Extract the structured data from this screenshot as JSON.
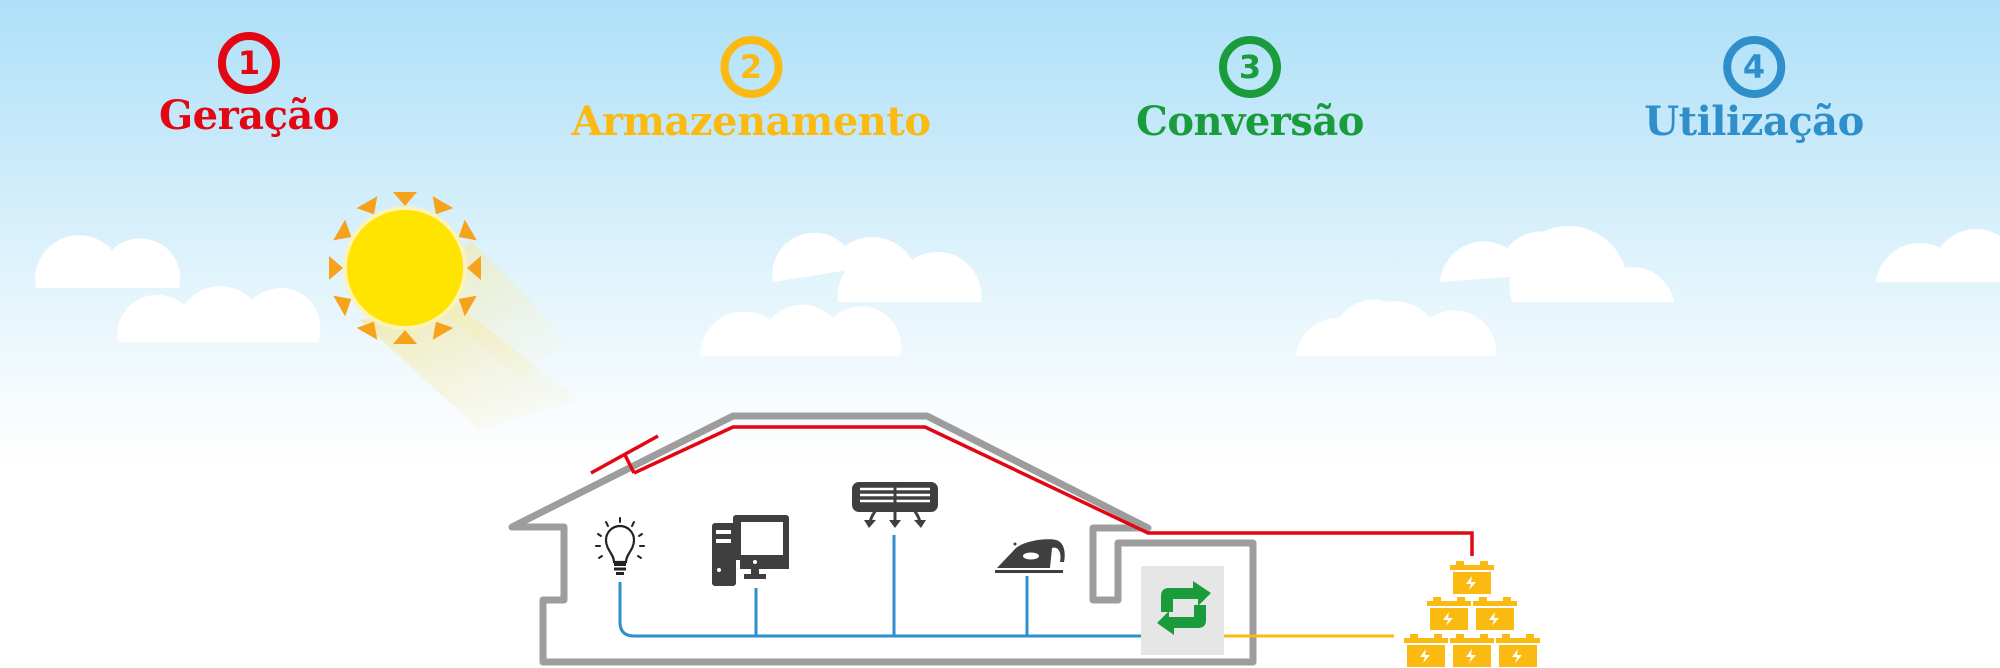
{
  "steps": [
    {
      "number": "1",
      "label": "Geração",
      "color": "#e30613"
    },
    {
      "number": "2",
      "label": "Armazenamento",
      "color": "#fbba12"
    },
    {
      "number": "3",
      "label": "Conversão",
      "color": "#1a9b3c"
    },
    {
      "number": "4",
      "label": "Utilização",
      "color": "#2e8fcb"
    }
  ],
  "scene": {
    "sky_top_color": "#aee0f8",
    "sun": {
      "core_color": "#ffe400",
      "ray_color": "#f7a21b"
    },
    "house_outline_color": "#9d9d9d",
    "generation_wire_color": "#e30613",
    "storage_wire_color": "#fbba12",
    "usage_wire_color": "#2e8fcb",
    "converter": {
      "icon": "convert-arrows-icon",
      "icon_color": "#1a9b3c",
      "box_color": "#e6e6e6"
    },
    "appliances": [
      {
        "icon": "lightbulb-icon"
      },
      {
        "icon": "desktop-computer-icon"
      },
      {
        "icon": "air-conditioner-icon"
      },
      {
        "icon": "clothes-iron-icon"
      }
    ],
    "batteries": {
      "count": 6,
      "rows": [
        1,
        2,
        3
      ],
      "color": "#fbba12",
      "icon": "battery-icon"
    }
  }
}
